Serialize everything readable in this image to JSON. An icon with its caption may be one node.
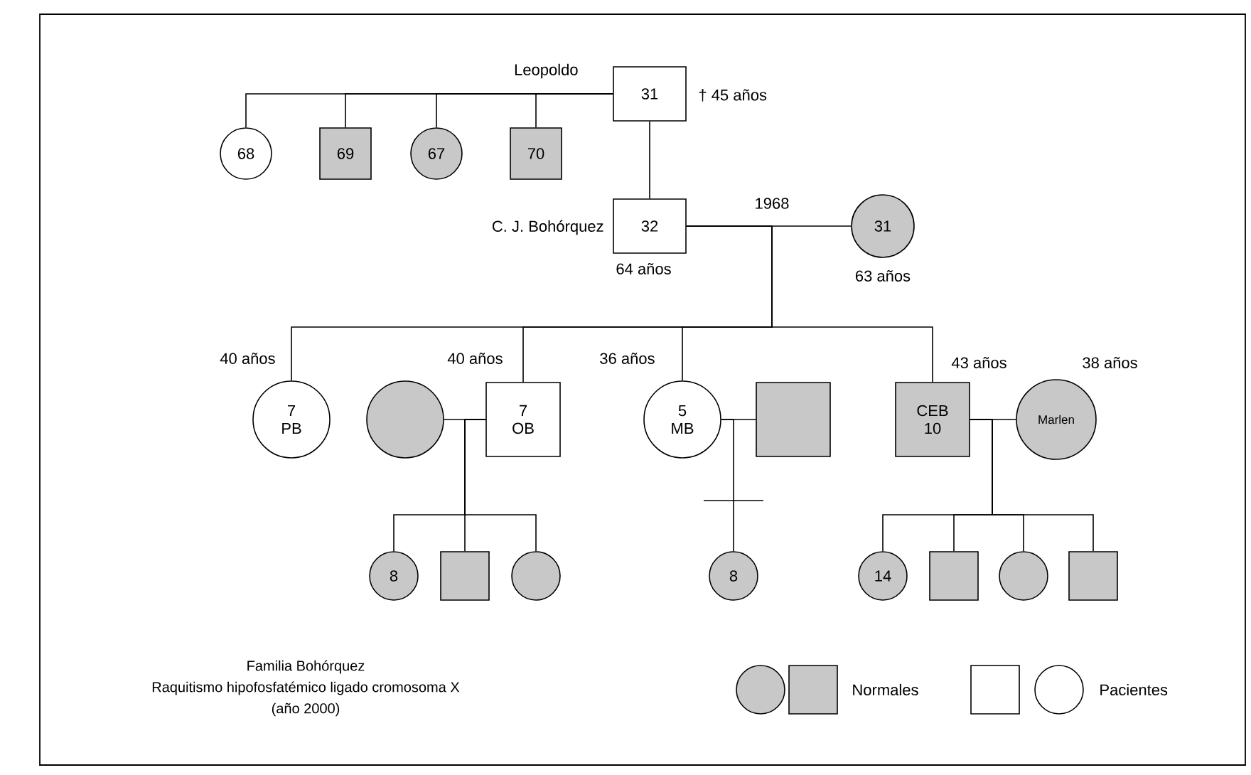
{
  "diagram": {
    "nodes": [
      {
        "text": [
          "31"
        ],
        "beside": [
          "Leopoldo",
          "† 45 años"
        ]
      },
      {
        "text": [
          "68"
        ]
      },
      {
        "text": [
          "69"
        ]
      },
      {
        "text": [
          "67"
        ]
      },
      {
        "text": [
          "70"
        ]
      },
      {
        "text": [
          "32"
        ],
        "beside": [
          "C. J. Bohórquez",
          "64 años"
        ]
      },
      {
        "text": [
          "31"
        ],
        "beside": [
          "63 años"
        ]
      },
      {
        "text": [
          "7 PB"
        ],
        "beside": [
          "40 años"
        ]
      },
      {
        "text": [],
        "shape": "circle"
      },
      {
        "text": [
          "7 OB"
        ],
        "beside": [
          "40 años"
        ]
      },
      {
        "text": [
          "5 MB"
        ],
        "beside": [
          "36 años"
        ]
      },
      {
        "text": [],
        "shape": "box"
      },
      {
        "text": [
          "CEB 10"
        ],
        "beside": [
          "43 años"
        ]
      },
      {
        "text": [
          "Marlen"
        ],
        "beside": [
          "38 años"
        ]
      },
      {
        "text": [
          "8"
        ]
      },
      {
        "text": [],
        "shape": "box"
      },
      {
        "text": [],
        "shape": "circle"
      },
      {
        "text": [
          "8"
        ]
      },
      {
        "text": [
          "14"
        ]
      },
      {
        "text": [],
        "shape": "box"
      },
      {
        "text": [],
        "shape": "circle"
      },
      {
        "text": [],
        "shape": "box"
      }
    ],
    "edges": [
      {
        "from": 0,
        "to": 1,
        "arrow": "none"
      },
      {
        "from": 0,
        "to": 2,
        "arrow": "none"
      },
      {
        "from": 0,
        "to": 3,
        "arrow": "none"
      },
      {
        "from": 0,
        "to": 4,
        "arrow": "none"
      },
      {
        "from": 0,
        "to": 5,
        "arrow": "none"
      },
      {
        "from": 5,
        "to": 6,
        "arrow": "none",
        "label": "1968"
      },
      {
        "from": 5,
        "to": 7,
        "arrow": "none"
      },
      {
        "from": 5,
        "to": 9,
        "arrow": "none"
      },
      {
        "from": 5,
        "to": 10,
        "arrow": "none"
      },
      {
        "from": 5,
        "to": 12,
        "arrow": "none"
      },
      {
        "from": 8,
        "to": 9,
        "arrow": "none"
      },
      {
        "from": 9,
        "to": 14,
        "arrow": "none"
      },
      {
        "from": 9,
        "to": 15,
        "arrow": "none"
      },
      {
        "from": 9,
        "to": 16,
        "arrow": "none"
      },
      {
        "from": 10,
        "to": 11,
        "arrow": "none"
      },
      {
        "from": 10,
        "to": 17,
        "arrow": "none"
      },
      {
        "from": 12,
        "to": 13,
        "arrow": "none"
      },
      {
        "from": 12,
        "to": 18,
        "arrow": "none"
      },
      {
        "from": 12,
        "to": 19,
        "arrow": "none"
      },
      {
        "from": 12,
        "to": 20,
        "arrow": "none"
      },
      {
        "from": 12,
        "to": 21,
        "arrow": "none"
      }
    ],
    "labels": [
      "Familia Bohórquez",
      "Raquitismo hipofosfatémico ligado cromosoma X",
      "(año 2000)"
    ],
    "legend": [
      {
        "text": "Normales",
        "color": "#c8c8c8"
      },
      {
        "text": "Pacientes"
      }
    ]
  }
}
